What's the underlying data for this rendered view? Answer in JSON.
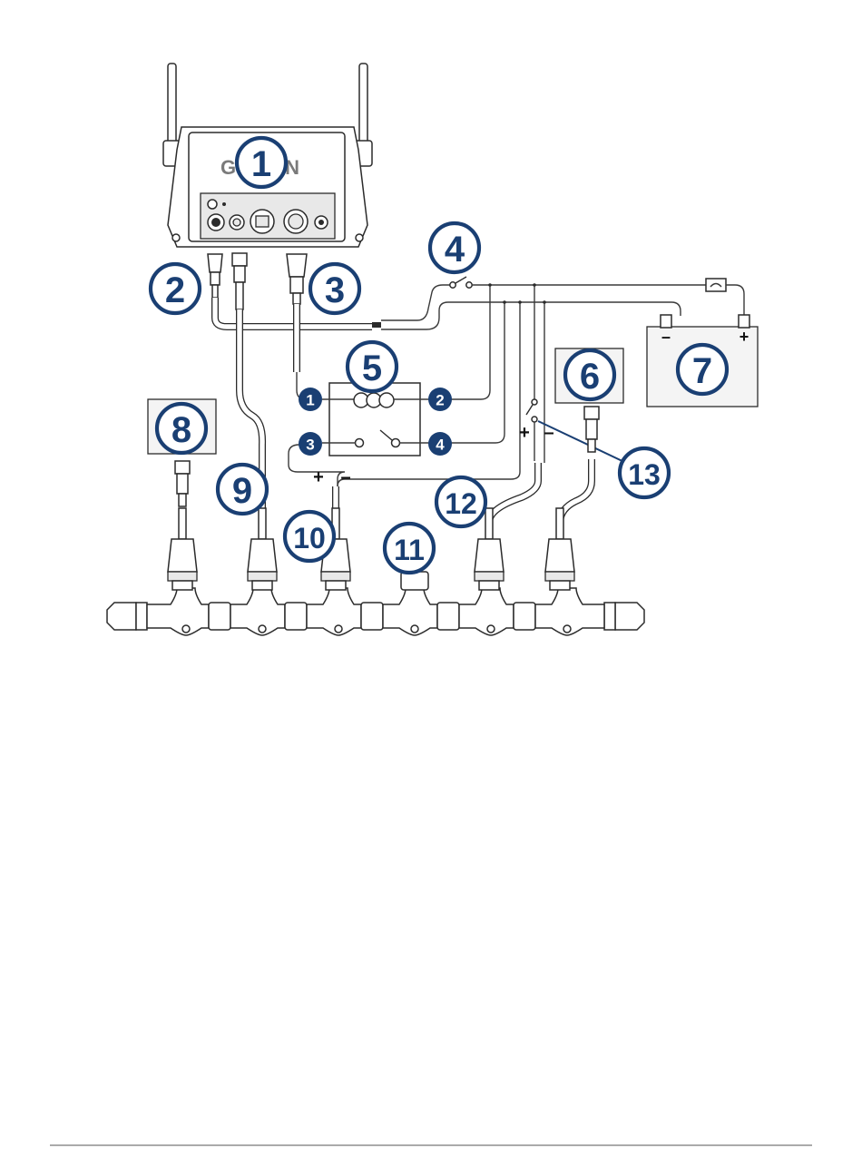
{
  "device": {
    "brand_text": "GAR   IN"
  },
  "callouts": [
    {
      "id": "1",
      "label": "1"
    },
    {
      "id": "2",
      "label": "2"
    },
    {
      "id": "3",
      "label": "3"
    },
    {
      "id": "4",
      "label": "4"
    },
    {
      "id": "5",
      "label": "5"
    },
    {
      "id": "6",
      "label": "6"
    },
    {
      "id": "7",
      "label": "7"
    },
    {
      "id": "8",
      "label": "8"
    },
    {
      "id": "9",
      "label": "9"
    },
    {
      "id": "10",
      "label": "10"
    },
    {
      "id": "11",
      "label": "11"
    },
    {
      "id": "12",
      "label": "12"
    },
    {
      "id": "13",
      "label": "13"
    }
  ],
  "relay_terminals": [
    "1",
    "2",
    "3",
    "4"
  ],
  "battery": {
    "negative": "–",
    "positive": "+"
  },
  "polarity_10": {
    "positive": "+",
    "negative": "–"
  },
  "polarity_12": {
    "positive": "+",
    "negative": "–"
  }
}
